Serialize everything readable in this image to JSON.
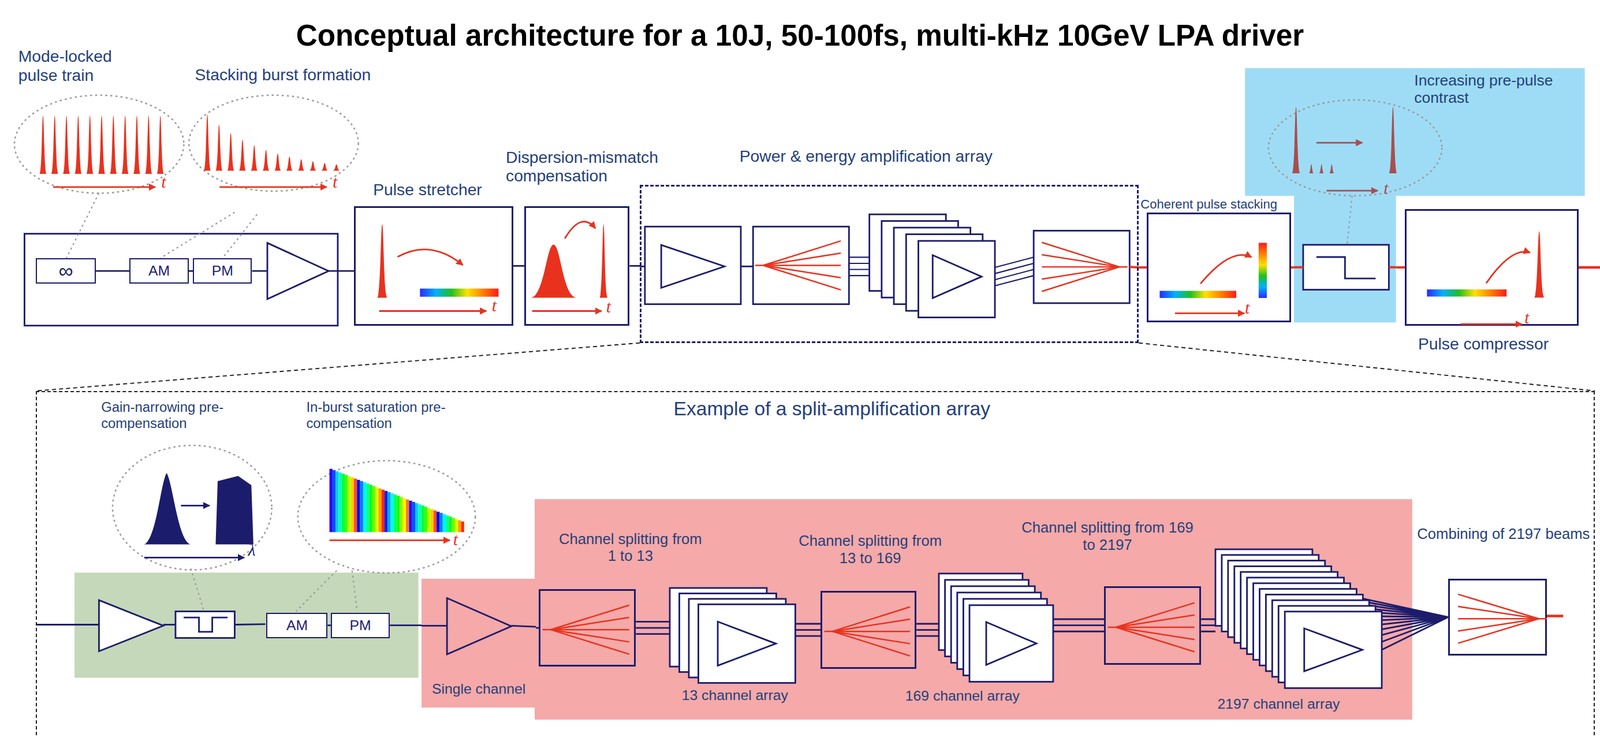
{
  "diagram": {
    "title": "Conceptual architecture for a 10J, 50-100fs, multi-kHz 10GeV LPA driver",
    "nodes": [
      {
        "text": [
          "Mode-locked pulse train"
        ]
      },
      {
        "text": [
          "Stacking burst formation"
        ]
      },
      {
        "text": [
          "∞"
        ]
      },
      {
        "text": [
          "AM"
        ]
      },
      {
        "text": [
          "PM"
        ]
      },
      {
        "text": [
          "Pulse stretcher"
        ]
      },
      {
        "text": [
          "Dispersion-mismatch compensation"
        ]
      },
      {
        "text": [
          "Power & energy amplification array"
        ]
      },
      {
        "text": [
          "Coherent pulse stacking"
        ]
      },
      {
        "text": [
          "Increasing pre-pulse contrast"
        ]
      },
      {
        "text": [
          "Pulse compressor"
        ]
      },
      {
        "text": [
          "Example of a split-amplification array"
        ]
      },
      {
        "text": [
          "Gain-narrowing pre-compensation"
        ],
        "in": 11
      },
      {
        "text": [
          "In-burst saturation pre-compensation"
        ],
        "in": 11
      },
      {
        "text": [
          "AM"
        ],
        "in": 11
      },
      {
        "text": [
          "PM"
        ],
        "in": 11
      },
      {
        "text": [
          "Single channel"
        ],
        "in": 11
      },
      {
        "text": [
          "Channel splitting from 1 to 13"
        ],
        "in": 11
      },
      {
        "text": [
          "13 channel array"
        ],
        "in": 11
      },
      {
        "text": [
          "Channel splitting from 13 to 169"
        ],
        "in": 11
      },
      {
        "text": [
          "169 channel array"
        ],
        "in": 11
      },
      {
        "text": [
          "Channel splitting from 169 to 2197"
        ],
        "in": 11
      },
      {
        "text": [
          "2197 channel array"
        ],
        "in": 11
      },
      {
        "text": [
          "Combining of 2197 beams"
        ],
        "in": 11
      }
    ],
    "edges": [
      {
        "from": 2,
        "to": 3,
        "arrow": "none"
      },
      {
        "from": 3,
        "to": 4,
        "arrow": "none"
      },
      {
        "from": 4,
        "to": 5,
        "arrow": "none"
      },
      {
        "from": 5,
        "to": 6,
        "arrow": "none"
      },
      {
        "from": 6,
        "to": 7,
        "arrow": "none"
      },
      {
        "from": 7,
        "to": 8,
        "arrow": "none"
      },
      {
        "from": 8,
        "to": 9,
        "arrow": "none"
      },
      {
        "from": 9,
        "to": 10,
        "arrow": "none"
      },
      {
        "from": 14,
        "to": 15,
        "arrow": "none"
      },
      {
        "from": 15,
        "to": 16,
        "arrow": "none"
      },
      {
        "from": 16,
        "to": 17,
        "arrow": "none"
      },
      {
        "from": 17,
        "to": 18,
        "arrow": "none"
      },
      {
        "from": 18,
        "to": 19,
        "arrow": "none"
      },
      {
        "from": 19,
        "to": 20,
        "arrow": "none"
      },
      {
        "from": 20,
        "to": 21,
        "arrow": "none"
      },
      {
        "from": 21,
        "to": 22,
        "arrow": "none"
      },
      {
        "from": 22,
        "to": 23,
        "arrow": "none"
      }
    ],
    "labels": [
      "t",
      "t",
      "t",
      "t",
      "t",
      "t",
      "t",
      "λ",
      "t"
    ]
  }
}
